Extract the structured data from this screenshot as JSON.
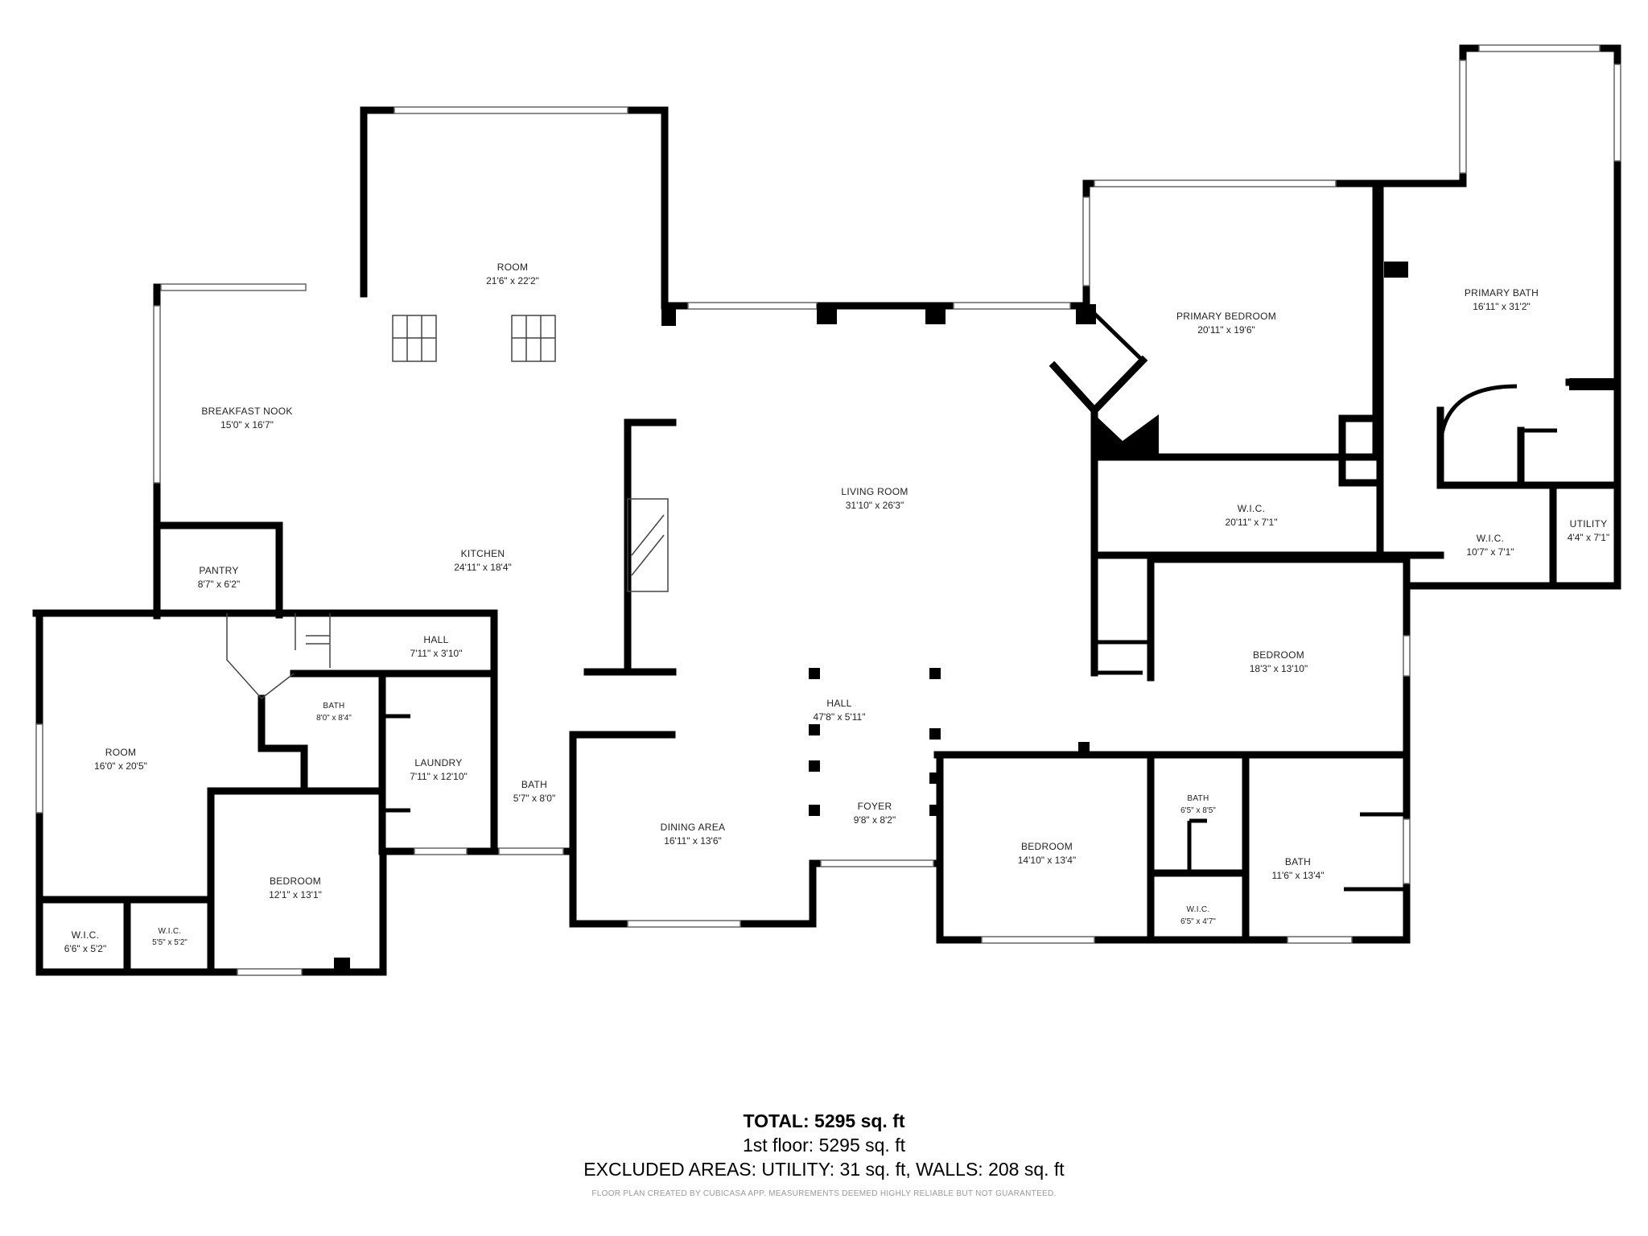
{
  "rooms": [
    {
      "name": "ROOM",
      "dims": "21'6\" x 22'2\""
    },
    {
      "name": "BREAKFAST NOOK",
      "dims": "15'0\" x 16'7\""
    },
    {
      "name": "KITCHEN",
      "dims": "24'11\" x 18'4\""
    },
    {
      "name": "PANTRY",
      "dims": "8'7\" x 6'2\""
    },
    {
      "name": "HALL",
      "dims": "7'11\" x 3'10\""
    },
    {
      "name": "ROOM",
      "dims": "16'0\" x 20'5\""
    },
    {
      "name": "BATH",
      "dims": "8'0\" x 8'4\""
    },
    {
      "name": "LAUNDRY",
      "dims": "7'11\" x 12'10\""
    },
    {
      "name": "BATH",
      "dims": "5'7\" x 8'0\""
    },
    {
      "name": "BEDROOM",
      "dims": "12'1\" x 13'1\""
    },
    {
      "name": "W.I.C.",
      "dims": "6'6\" x 5'2\""
    },
    {
      "name": "W.I.C.",
      "dims": "5'5\" x 5'2\""
    },
    {
      "name": "LIVING ROOM",
      "dims": "31'10\" x 26'3\""
    },
    {
      "name": "HALL",
      "dims": "47'8\" x 5'11\""
    },
    {
      "name": "FOYER",
      "dims": "9'8\" x 8'2\""
    },
    {
      "name": "DINING AREA",
      "dims": "16'11\" x 13'6\""
    },
    {
      "name": "PRIMARY BEDROOM",
      "dims": "20'11\" x 19'6\""
    },
    {
      "name": "PRIMARY BATH",
      "dims": "16'11\" x 31'2\""
    },
    {
      "name": "W.I.C.",
      "dims": "20'11\" x 7'1\""
    },
    {
      "name": "W.I.C.",
      "dims": "10'7\" x 7'1\""
    },
    {
      "name": "UTILITY",
      "dims": "4'4\" x 7'1\""
    },
    {
      "name": "BEDROOM",
      "dims": "18'3\" x 13'10\""
    },
    {
      "name": "BEDROOM",
      "dims": "14'10\" x 13'4\""
    },
    {
      "name": "BATH",
      "dims": "6'5\" x 8'5\""
    },
    {
      "name": "W.I.C.",
      "dims": "6'5\" x 4'7\""
    },
    {
      "name": "BATH",
      "dims": "11'6\" x 13'4\""
    }
  ],
  "summary": {
    "total": "TOTAL: 5295 sq. ft",
    "floor": "1st floor: 5295 sq. ft",
    "excluded": "EXCLUDED AREAS: UTILITY: 31 sq. ft, WALLS: 208 sq. ft",
    "footnote": "FLOOR PLAN CREATED BY CUBICASA APP. MEASUREMENTS DEEMED HIGHLY RELIABLE BUT NOT GUARANTEED."
  }
}
